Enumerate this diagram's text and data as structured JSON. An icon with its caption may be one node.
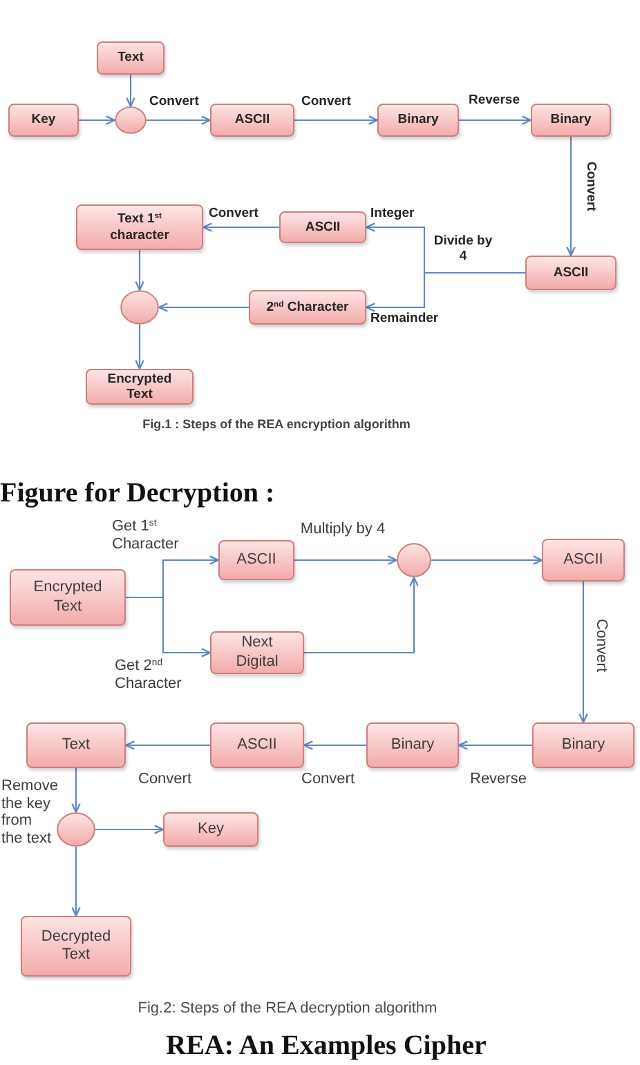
{
  "diagram": {
    "nodes": [
      {
        "text": [
          "Text"
        ]
      },
      {
        "text": [
          "Key"
        ]
      },
      {
        "text": [],
        "shape": "circle"
      },
      {
        "text": [
          "ASCII"
        ]
      },
      {
        "text": [
          "Binary"
        ]
      },
      {
        "text": [
          "Binary"
        ]
      },
      {
        "text": [
          "Text 1$^{st}$ character"
        ]
      },
      {
        "text": [
          "ASCII"
        ]
      },
      {
        "text": [
          "ASCII"
        ]
      },
      {
        "text": [],
        "shape": "circle"
      },
      {
        "text": [
          "2$^{nd}$ Character"
        ]
      },
      {
        "text": [
          "Encrypted Text"
        ]
      },
      {
        "text": [
          "Encrypted Text"
        ]
      },
      {
        "text": [
          "ASCII"
        ]
      },
      {
        "text": [
          "Next Digital"
        ]
      },
      {
        "text": [],
        "shape": "circle"
      },
      {
        "text": [
          "ASCII"
        ]
      },
      {
        "text": [
          "Binary"
        ]
      },
      {
        "text": [
          "Binary"
        ]
      },
      {
        "text": [
          "ASCII"
        ]
      },
      {
        "text": [
          "Text"
        ]
      },
      {
        "text": [],
        "shape": "circle"
      },
      {
        "text": [
          "Key"
        ]
      },
      {
        "text": [
          "Decrypted Text"
        ]
      }
    ],
    "edges": [
      {
        "from": 0,
        "to": 2,
        "arrow": "to"
      },
      {
        "from": 1,
        "to": 2,
        "arrow": "to"
      },
      {
        "from": 2,
        "to": 3,
        "arrow": "to",
        "label": "Convert"
      },
      {
        "from": 3,
        "to": 4,
        "arrow": "to",
        "label": "Convert"
      },
      {
        "from": 4,
        "to": 5,
        "arrow": "to",
        "label": "Reverse"
      },
      {
        "from": 5,
        "to": 8,
        "arrow": "to",
        "label": "Convert"
      },
      {
        "from": 8,
        "to": 7,
        "arrow": "to",
        "label": "Integer"
      },
      {
        "from": 8,
        "to": 10,
        "arrow": "to",
        "label": "Remainder"
      },
      {
        "from": 7,
        "to": 6,
        "arrow": "to",
        "label": "Convert"
      },
      {
        "from": 6,
        "to": 9,
        "arrow": "to"
      },
      {
        "from": 10,
        "to": 9,
        "arrow": "to"
      },
      {
        "from": 9,
        "to": 11,
        "arrow": "to"
      },
      {
        "from": 12,
        "to": 13,
        "arrow": "to",
        "label": "Get 1$^{st}$ Character"
      },
      {
        "from": 12,
        "to": 14,
        "arrow": "to",
        "label": "Get 2$^{nd}$ Character"
      },
      {
        "from": 13,
        "to": 15,
        "arrow": "to",
        "label": "Multiply by 4"
      },
      {
        "from": 14,
        "to": 15,
        "arrow": "to"
      },
      {
        "from": 15,
        "to": 16,
        "arrow": "to"
      },
      {
        "from": 16,
        "to": 17,
        "arrow": "to",
        "label": "Convert"
      },
      {
        "from": 17,
        "to": 18,
        "arrow": "to",
        "label": "Reverse"
      },
      {
        "from": 18,
        "to": 19,
        "arrow": "to",
        "label": "Convert"
      },
      {
        "from": 19,
        "to": 20,
        "arrow": "to",
        "label": "Convert"
      },
      {
        "from": 20,
        "to": 21,
        "arrow": "to",
        "label": "Remove the key from the text"
      },
      {
        "from": 21,
        "to": 22,
        "arrow": "to"
      },
      {
        "from": 21,
        "to": 23,
        "arrow": "to"
      }
    ],
    "labels": [
      "Divide by 4",
      "Fig.1 : Steps of the REA encryption algorithm",
      "Figure for Decryption :",
      "Fig.2: Steps of the REA decryption algorithm",
      "REA: An Examples Cipher"
    ]
  }
}
